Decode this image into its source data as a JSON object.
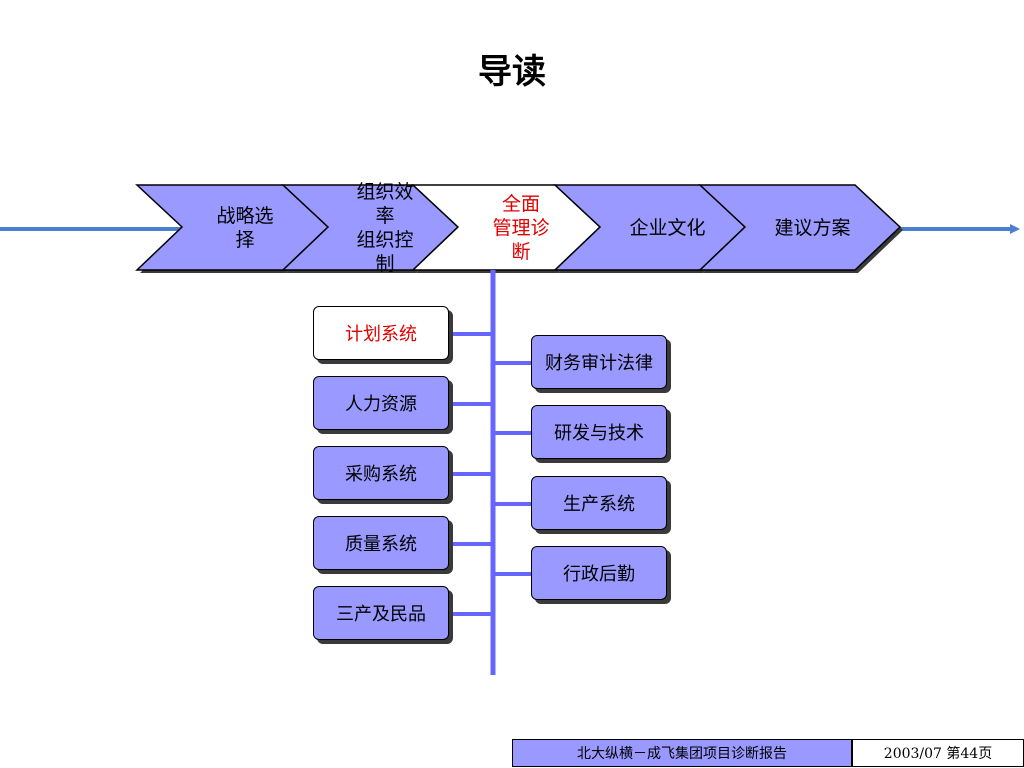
{
  "title": "导读",
  "stages": [
    {
      "label": "战略选\n择",
      "active": false
    },
    {
      "label": "组织效\n率\n组织控\n制",
      "active": false
    },
    {
      "label": "全面\n管理诊\n断",
      "active": true
    },
    {
      "label": "企业文化",
      "active": false
    },
    {
      "label": "建议方案",
      "active": false
    }
  ],
  "left_systems": [
    {
      "label": "计划系统",
      "active": true
    },
    {
      "label": "人力资源",
      "active": false
    },
    {
      "label": "采购系统",
      "active": false
    },
    {
      "label": "质量系统",
      "active": false
    },
    {
      "label": "三产及民品",
      "active": false
    }
  ],
  "right_systems": [
    {
      "label": "财务审计法律",
      "active": false
    },
    {
      "label": "研发与技术",
      "active": false
    },
    {
      "label": "生产系统",
      "active": false
    },
    {
      "label": "行政后勤",
      "active": false
    }
  ],
  "footer": {
    "report": "北大纵横－成飞集团项目诊断报告",
    "page": "2003/07  第44页"
  },
  "colors": {
    "fill": "#9999ff",
    "active_text": "#e00000",
    "connector": "#6666ff",
    "arrow": "#4a7fd4"
  }
}
